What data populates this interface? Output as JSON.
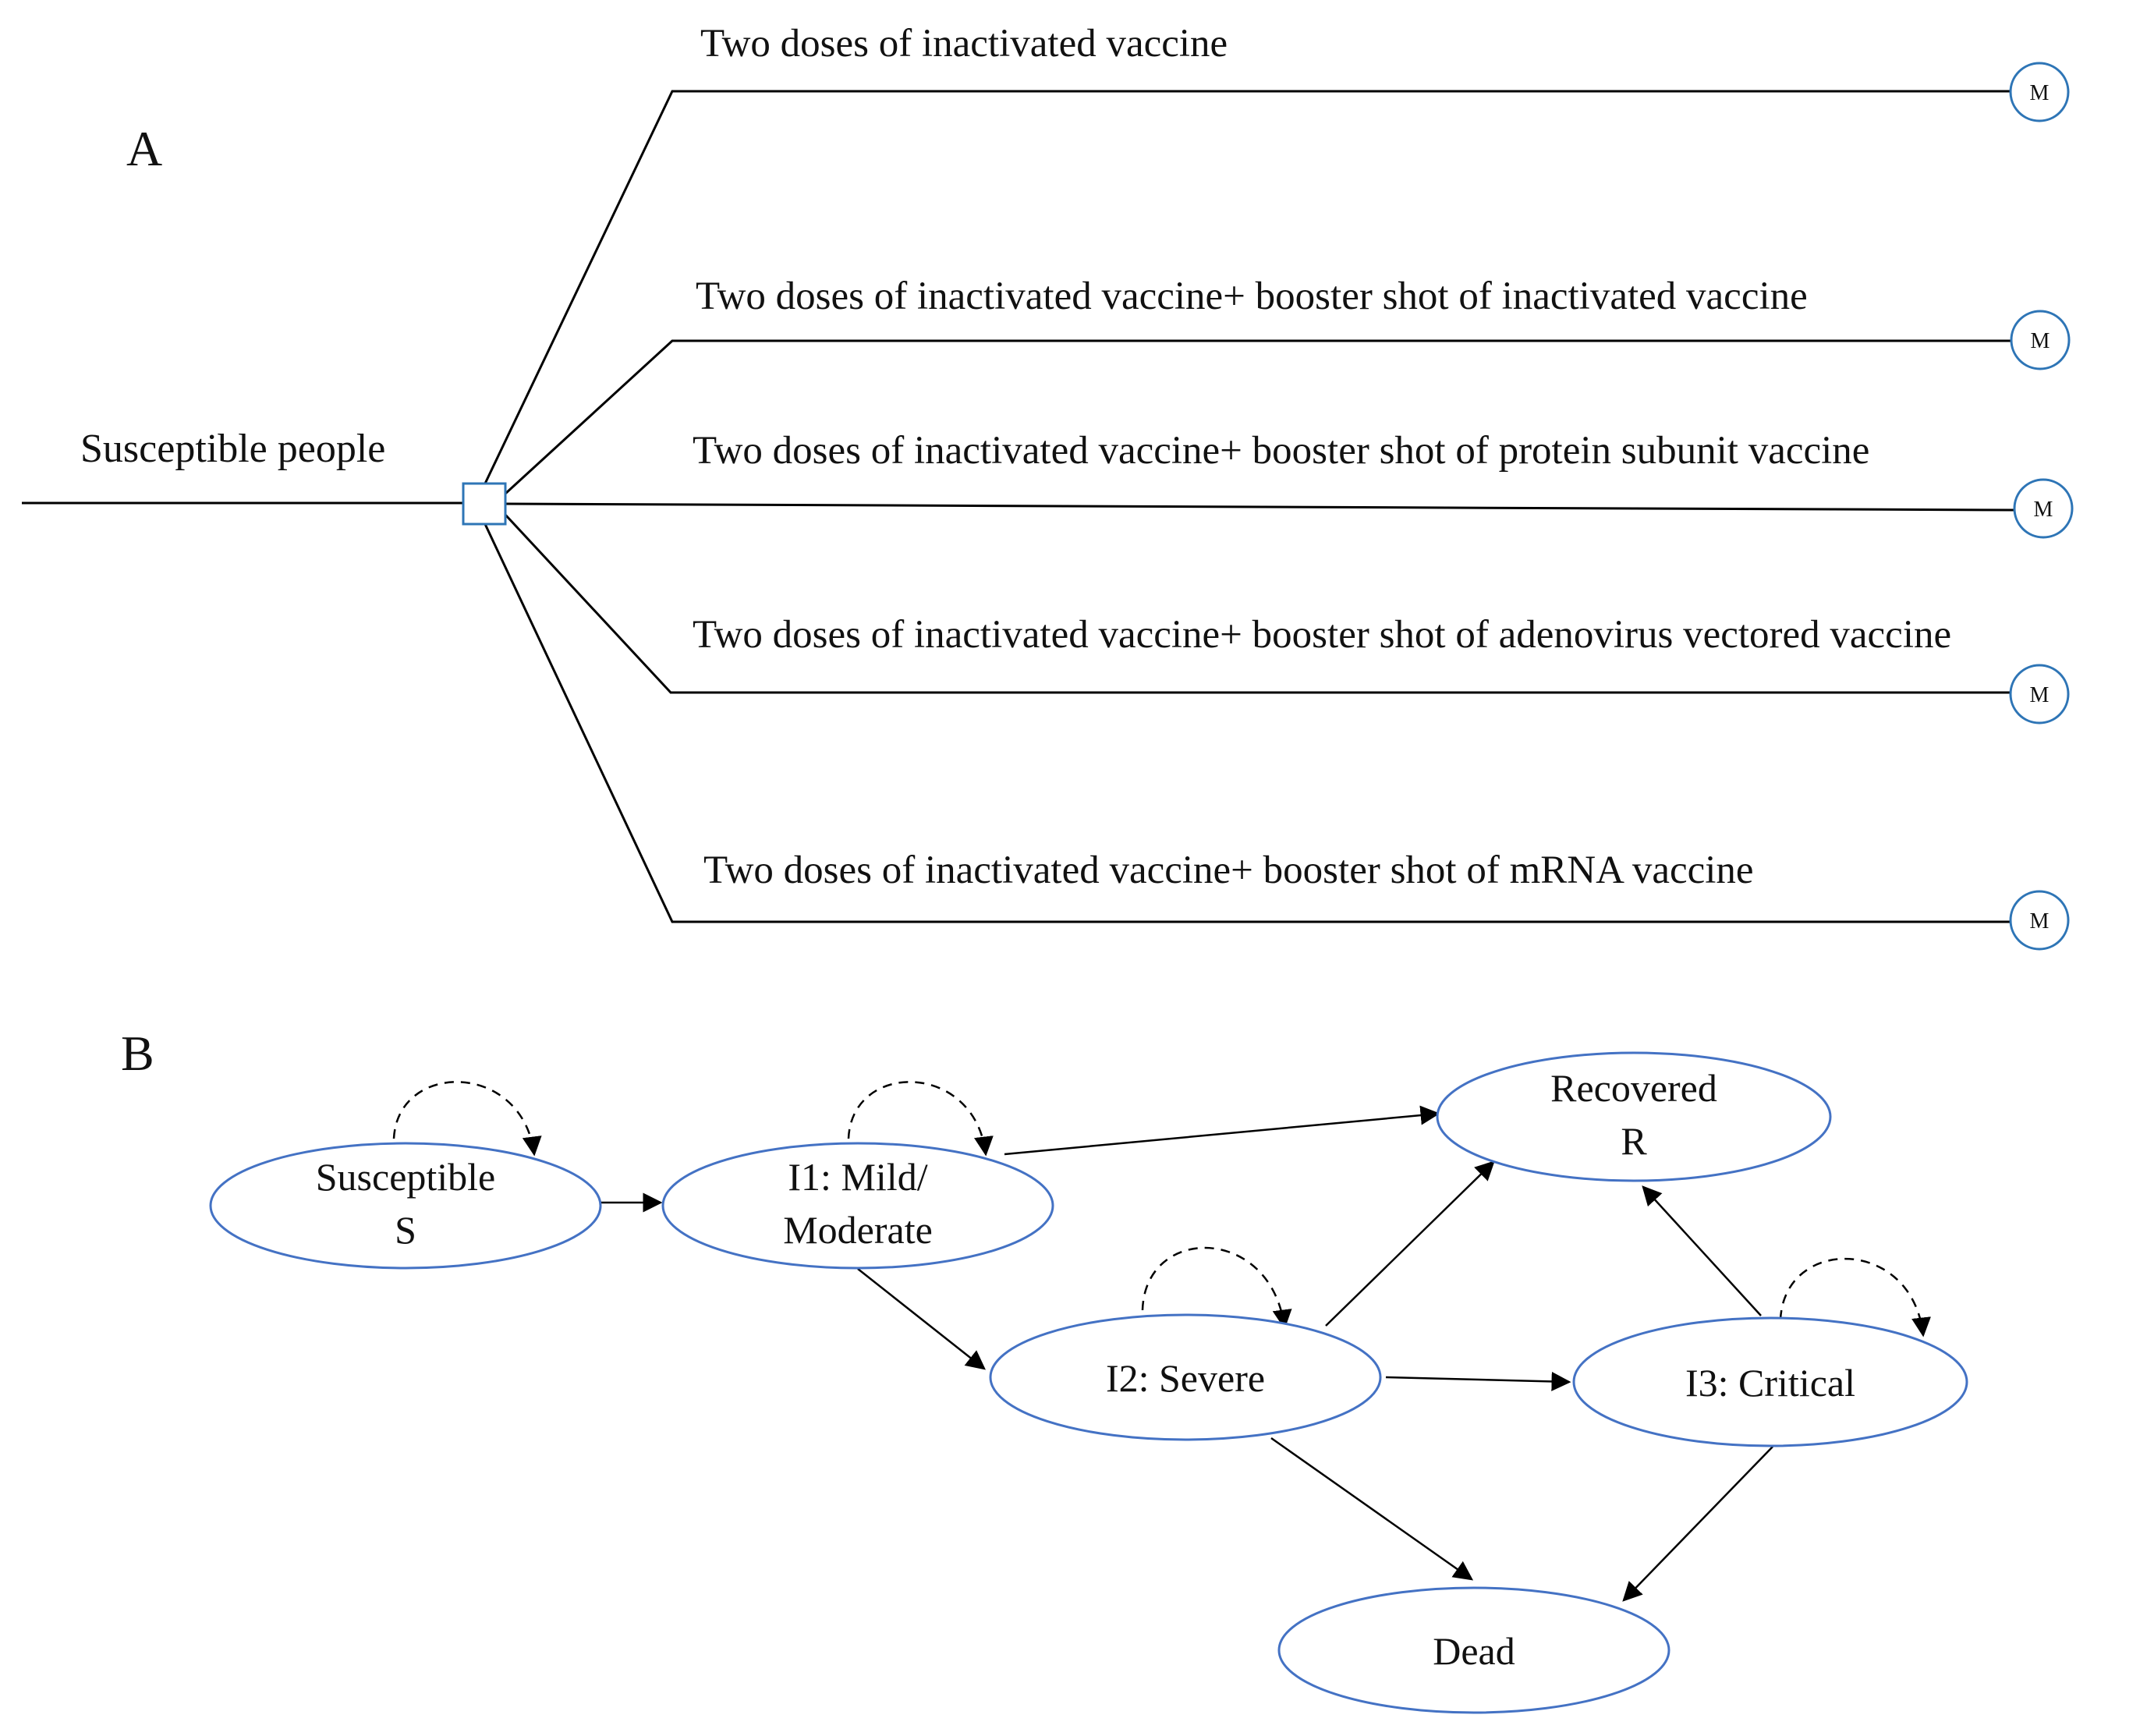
{
  "panel_a": {
    "label": "A",
    "root_label": "Susceptible people",
    "markov_symbol": "M",
    "branches": [
      "Two doses of inactivated  vaccine",
      "Two doses of inactivated  vaccine+ booster shot of inactivated  vaccine",
      "Two doses of inactivated  vaccine+ booster shot of protein subunit  vaccine",
      "Two doses of inactivated  vaccine+ booster shot of adenovirus  vectored vaccine",
      "Two doses of inactivated  vaccine+ booster shot of mRNA vaccine"
    ]
  },
  "panel_b": {
    "label": "B",
    "states": {
      "susceptible": {
        "line1": "Susceptible",
        "line2": "S"
      },
      "mild": {
        "line1": "I1: Mild/",
        "line2": "Moderate"
      },
      "recovered": {
        "line1": "Recovered",
        "line2": "R"
      },
      "severe": {
        "line1": "I2: Severe"
      },
      "critical": {
        "line1": "I3: Critical"
      },
      "dead": {
        "line1": "Dead"
      }
    },
    "transitions": [
      [
        "susceptible",
        "mild"
      ],
      [
        "mild",
        "recovered"
      ],
      [
        "mild",
        "severe"
      ],
      [
        "severe",
        "recovered"
      ],
      [
        "severe",
        "critical"
      ],
      [
        "severe",
        "dead"
      ],
      [
        "critical",
        "recovered"
      ],
      [
        "critical",
        "dead"
      ]
    ],
    "self_loops": [
      "susceptible",
      "mild",
      "severe",
      "critical"
    ]
  },
  "colors": {
    "node_outline": "#4472c4",
    "decision_outline": "#2e75b6",
    "line": "#000000",
    "text": "#111111"
  }
}
